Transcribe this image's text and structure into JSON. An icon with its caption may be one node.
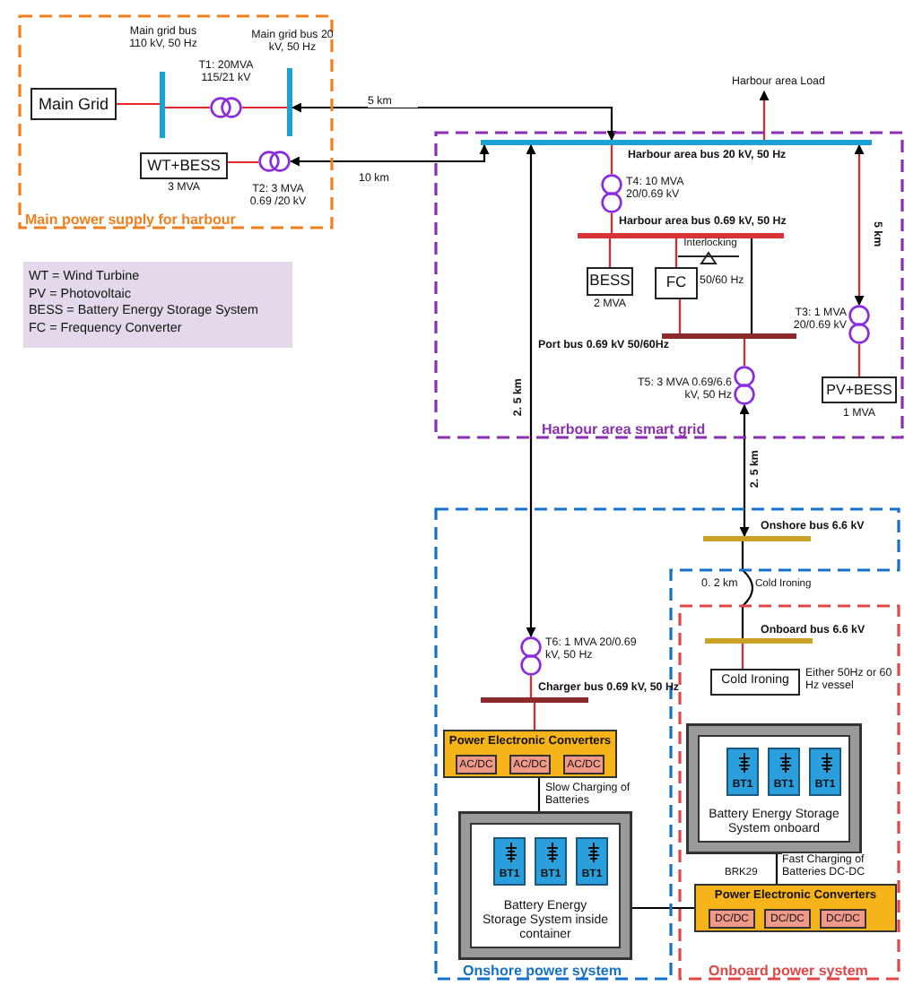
{
  "diagram": {
    "nodes": [
      {
        "text": [
          "Main power supply for harbour"
        ]
      },
      {
        "text": [
          "Main Grid"
        ],
        "in": 0
      },
      {
        "text": [],
        "shape": "bar",
        "beside": [
          "Main grid bus 110 kV, 50 Hz"
        ],
        "in": 0
      },
      {
        "text": [],
        "shape": "transformer",
        "beside": [
          "T1: 20MVA 115/21 kV"
        ],
        "in": 0
      },
      {
        "text": [],
        "shape": "bar",
        "beside": [
          "Main grid bus 20 kV, 50 Hz"
        ],
        "in": 0
      },
      {
        "text": [
          "WT+BESS"
        ],
        "beside": [
          "3 MVA"
        ],
        "in": 0
      },
      {
        "text": [],
        "shape": "transformer",
        "beside": [
          "T2: 3 MVA 0.69 /20 kV"
        ],
        "in": 0
      },
      {
        "text": [
          "WT = Wind Turbine",
          "PV = Photovoltaic",
          "BESS = Battery Energy Storage System",
          "FC = Frequency Converter"
        ]
      },
      {
        "text": [
          "Harbour area smart grid"
        ]
      },
      {
        "text": [],
        "shape": "bar",
        "beside": [
          "Harbour area bus 20 kV, 50 Hz"
        ],
        "in": 8
      },
      {
        "text": [],
        "shape": "transformer",
        "beside": [
          "T4: 10 MVA 20/0.69 kV"
        ],
        "in": 8
      },
      {
        "text": [],
        "shape": "bar",
        "beside": [
          "Harbour area bus 0.69 kV, 50 Hz"
        ],
        "in": 8
      },
      {
        "text": [
          "BESS"
        ],
        "beside": [
          "2 MVA"
        ],
        "in": 8
      },
      {
        "text": [
          "FC"
        ],
        "beside": [
          "50/60 Hz"
        ],
        "in": 8
      },
      {
        "text": [],
        "shape": "bar",
        "beside": [
          "Port bus 0.69 kV 50/60Hz"
        ],
        "in": 8
      },
      {
        "text": [],
        "shape": "transformer",
        "beside": [
          "T5: 3 MVA 0.69/6.6 kV, 50 Hz"
        ],
        "in": 8
      },
      {
        "text": [],
        "shape": "transformer",
        "beside": [
          "T3: 1 MVA 20/0.69 kV"
        ],
        "in": 8
      },
      {
        "text": [
          "PV+BESS"
        ],
        "beside": [
          "1 MVA"
        ],
        "in": 8
      },
      {
        "text": [
          "Harbour area Load"
        ]
      },
      {
        "text": [
          "Onshore power system"
        ]
      },
      {
        "text": [],
        "shape": "bar",
        "beside": [
          "Onshore bus 6.6 kV"
        ],
        "in": 19
      },
      {
        "text": [],
        "shape": "transformer",
        "beside": [
          "T6: 1 MVA 20/0.69 kV, 50 Hz"
        ],
        "in": 19
      },
      {
        "text": [],
        "shape": "bar",
        "beside": [
          "Charger bus 0.69 kV, 50 Hz"
        ],
        "in": 19
      },
      {
        "text": [
          "Power Electronic Converters"
        ],
        "in": 19
      },
      {
        "text": [
          "AC/DC"
        ],
        "in": 23
      },
      {
        "text": [
          "AC/DC"
        ],
        "in": 23
      },
      {
        "text": [
          "AC/DC"
        ],
        "in": 23
      },
      {
        "text": [
          "Battery Energy Storage System inside container"
        ],
        "in": 19
      },
      {
        "text": [
          "BT1"
        ],
        "in": 27
      },
      {
        "text": [
          "BT1"
        ],
        "in": 27
      },
      {
        "text": [
          "BT1"
        ],
        "in": 27
      },
      {
        "text": [
          "Onboard power system"
        ]
      },
      {
        "text": [],
        "shape": "bar",
        "beside": [
          "Onboard bus 6.6 kV"
        ],
        "in": 31
      },
      {
        "text": [
          "Cold Ironing"
        ],
        "beside": [
          "Either 50Hz or 60 Hz vessel"
        ],
        "in": 31
      },
      {
        "text": [
          "Battery Energy Storage System onboard"
        ],
        "in": 31
      },
      {
        "text": [
          "BT1"
        ],
        "in": 34
      },
      {
        "text": [
          "BT1"
        ],
        "in": 34
      },
      {
        "text": [
          "BT1"
        ],
        "in": 34
      },
      {
        "text": [
          "Power Electronic Converters"
        ],
        "in": 31
      },
      {
        "text": [
          "DC/DC"
        ],
        "in": 38
      },
      {
        "text": [
          "DC/DC"
        ],
        "in": 38
      },
      {
        "text": [
          "DC/DC"
        ],
        "in": 38
      }
    ],
    "edges": [
      {
        "from": 1,
        "to": 2,
        "arrow": "none"
      },
      {
        "from": 2,
        "to": 3,
        "arrow": "none"
      },
      {
        "from": 3,
        "to": 4,
        "arrow": "none"
      },
      {
        "from": 4,
        "to": 9,
        "arrow": "both",
        "label": "5 km",
        "color": "#000000"
      },
      {
        "from": 5,
        "to": 6,
        "arrow": "none"
      },
      {
        "from": 6,
        "to": 9,
        "arrow": "both",
        "label": "10 km",
        "color": "#000000"
      },
      {
        "from": 9,
        "to": 18,
        "arrow": "to"
      },
      {
        "from": 9,
        "to": 10,
        "arrow": "none"
      },
      {
        "from": 10,
        "to": 11,
        "arrow": "none"
      },
      {
        "from": 11,
        "to": 12,
        "arrow": "none"
      },
      {
        "from": 11,
        "to": 13,
        "arrow": "none"
      },
      {
        "from": 13,
        "to": 14,
        "arrow": "none"
      },
      {
        "from": 11,
        "to": 14,
        "arrow": "none",
        "color": "#000000"
      },
      {
        "from": 14,
        "to": 15,
        "arrow": "none"
      },
      {
        "from": 9,
        "to": 16,
        "arrow": "both",
        "label": "5 km"
      },
      {
        "from": 16,
        "to": 17,
        "arrow": "none"
      },
      {
        "from": 15,
        "to": 20,
        "arrow": "both",
        "label": "2. 5 km",
        "color": "#000000"
      },
      {
        "from": 9,
        "to": 21,
        "arrow": "both",
        "label": "2. 5 km",
        "color": "#000000"
      },
      {
        "from": 21,
        "to": 22,
        "arrow": "none"
      },
      {
        "from": 22,
        "to": 23,
        "arrow": "none"
      },
      {
        "from": 23,
        "to": 27,
        "arrow": "none",
        "label": "Slow Charging of Batteries",
        "color": "#000000"
      },
      {
        "from": 27,
        "to": 38,
        "arrow": "none",
        "color": "#000000"
      },
      {
        "from": 38,
        "to": 34,
        "arrow": "none",
        "label": "Fast Charging of Batteries DC-DC",
        "color": "#000000"
      },
      {
        "from": 20,
        "to": 32,
        "arrow": "none",
        "label": "0. 2 km",
        "color": "#000000"
      },
      {
        "from": 32,
        "to": 33,
        "arrow": "none"
      }
    ],
    "labels": [
      "Interlocking",
      "Cold Ironing",
      "BRK29"
    ]
  }
}
